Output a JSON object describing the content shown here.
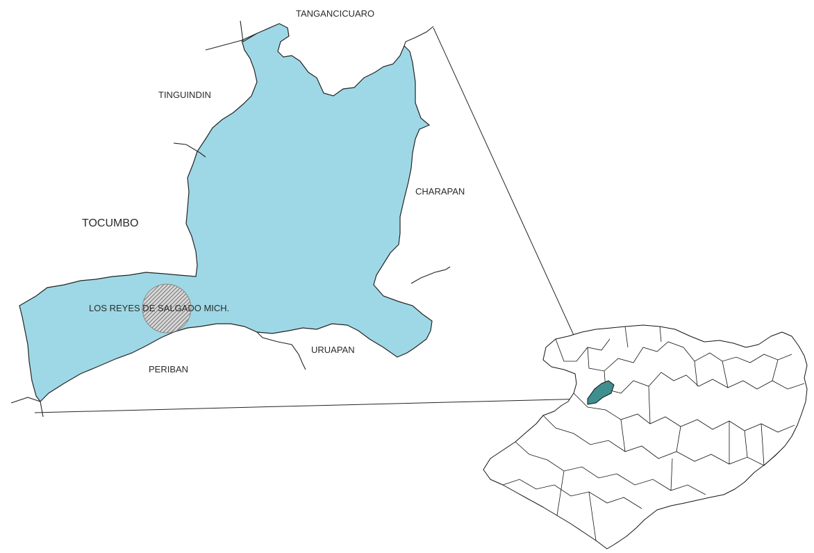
{
  "colors": {
    "municipality_fill": "#9ed8e6",
    "state_highlight": "#3f8f8f",
    "outline": "#222222",
    "town_hatch": "#555555"
  },
  "labels": {
    "north": "TANGANCICUARO",
    "northwest": "TINGUINDIN",
    "west": "TOCUMBO",
    "east": "CHARAPAN",
    "town": "LOS REYES DE SALGADO MICH.",
    "southeast": "URUAPAN",
    "south": "PERIBAN"
  }
}
